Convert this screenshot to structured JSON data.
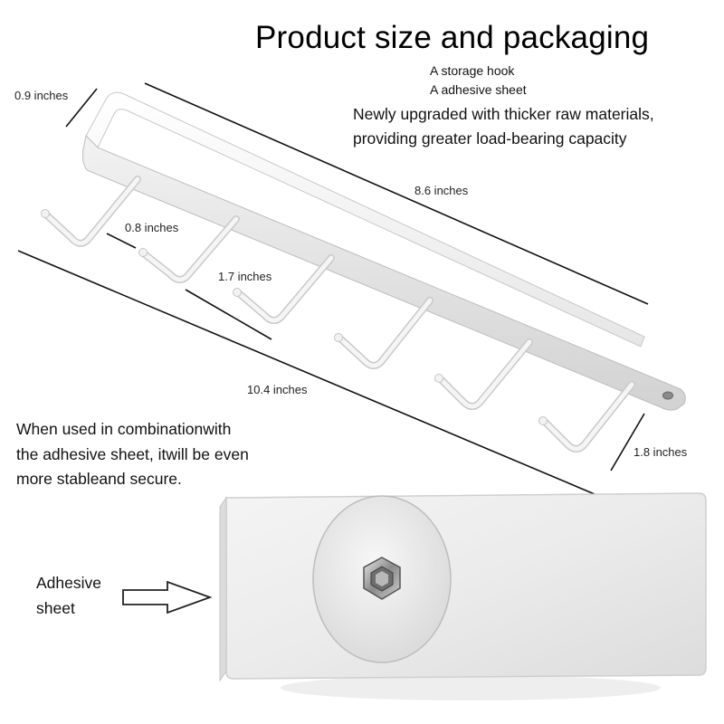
{
  "title": "Product size and packaging",
  "package_contents": [
    "A storage hook",
    "A adhesive sheet"
  ],
  "upgrade_note": [
    "Newly upgraded with thicker raw materials,",
    "providing greater load-bearing capacity"
  ],
  "dimensions": {
    "depth": "0.9 inches",
    "rail_length": "8.6 inches",
    "hook_gap": "0.8 inches",
    "hook_spacing": "1.7 inches",
    "total_length": "10.4 inches",
    "hook_height": "1.8 inches"
  },
  "combination_note": [
    "When used in combinationwith",
    "the adhesive sheet, itwill be even",
    "more stableand secure."
  ],
  "adhesive_label": [
    "Adhesive",
    "sheet"
  ],
  "icons": {
    "arrow": "right-arrow-icon",
    "screw": "hex-screw-icon"
  }
}
